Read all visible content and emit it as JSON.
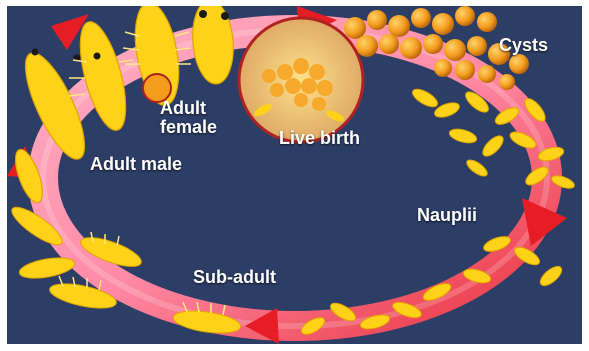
{
  "colors": {
    "background": "#2d3e66",
    "ring_light": "#ff9ab4",
    "ring_dark": "#e8232a",
    "arrow": "#e61d25",
    "organism": "#ffd21a",
    "organism_dark": "#e0a500",
    "cyst": "#f39c1e",
    "inset_border": "#b02222"
  },
  "labels": {
    "cysts": "Cysts",
    "nauplii": "Nauplii",
    "live_birth": "Live birth",
    "adult_female_line1": "Adult",
    "adult_female_line2": "female",
    "adult_male": "Adult male",
    "sub_adult": "Sub-adult"
  },
  "cycle_order": [
    "Cysts",
    "Nauplii",
    "Sub-adult",
    "Adult male",
    "Adult female",
    "Live birth"
  ]
}
